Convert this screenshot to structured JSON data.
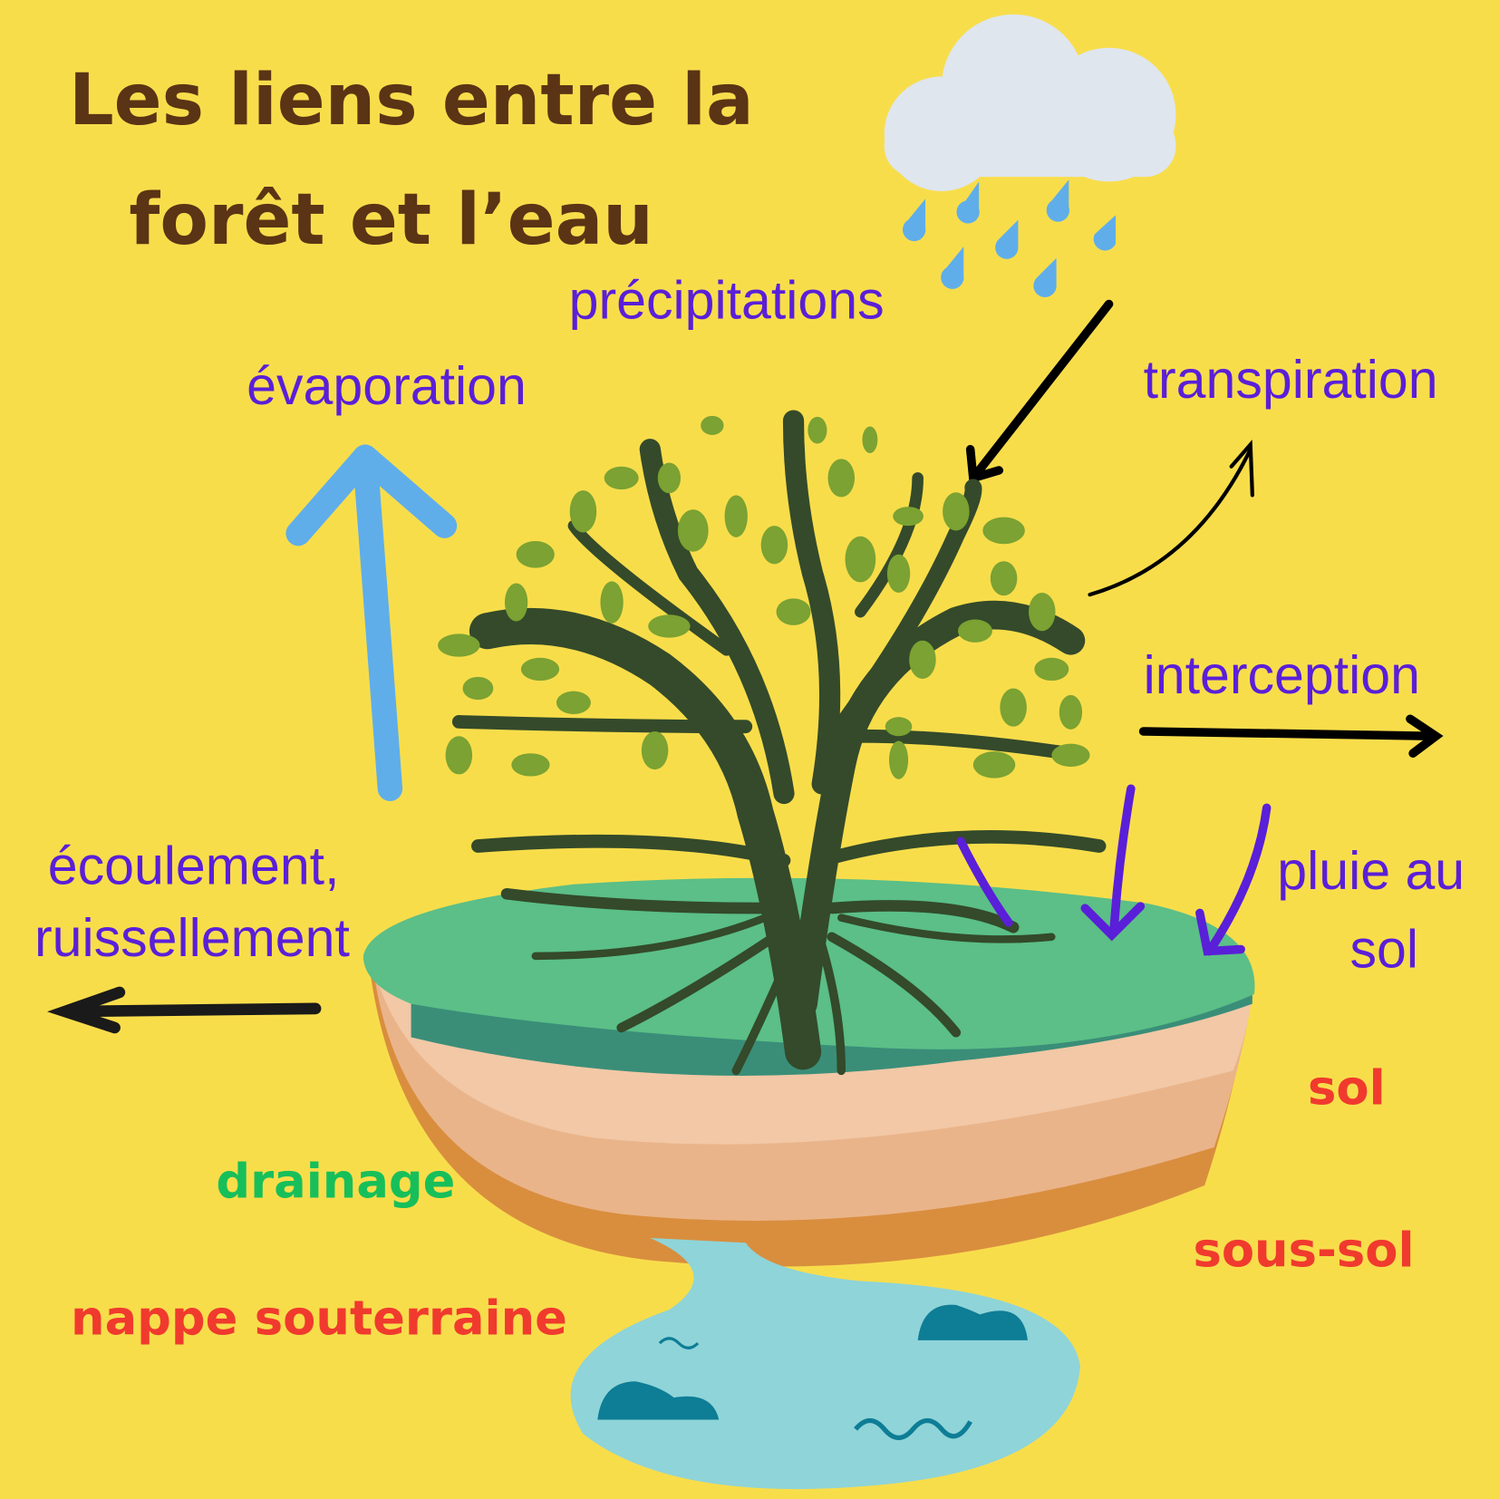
{
  "title": {
    "line1": "Les liens entre la",
    "line2": "forêt et l’eau"
  },
  "labels": {
    "precipitations": "précipitations",
    "evaporation": "évaporation",
    "transpiration": "transpiration",
    "interception": "interception",
    "ecoulement_line1": "écoulement,",
    "ecoulement_line2": "ruissellement",
    "pluie_line1": "pluie au",
    "pluie_line2": "sol",
    "sol": "sol",
    "sous_sol": "sous-sol",
    "drainage": "drainage",
    "nappe": "nappe souterraine"
  },
  "colors": {
    "background": "#F8DD4B",
    "title": "#5A3414",
    "process_label": "#5A1FD8",
    "layer_label": "#F03A2E",
    "drainage_label": "#17BF5A",
    "rain": "#5FAEEA",
    "tree": "#344A2A",
    "leaf": "#7BA232"
  }
}
